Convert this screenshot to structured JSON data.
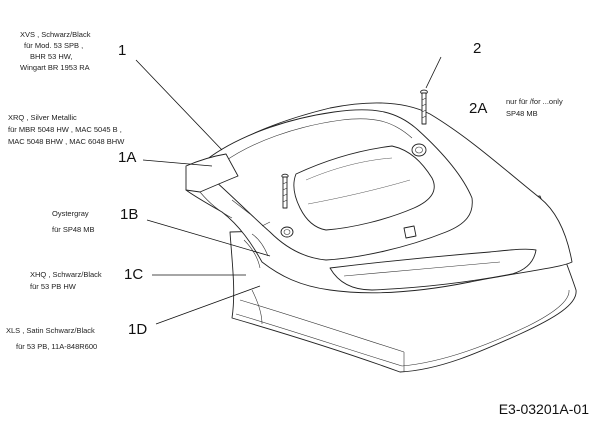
{
  "drawing_code": "E3-03201A-01",
  "callouts": [
    {
      "id": "1",
      "label": "1"
    },
    {
      "id": "1A",
      "label": "1A"
    },
    {
      "id": "1B",
      "label": "1B"
    },
    {
      "id": "1C",
      "label": "1C"
    },
    {
      "id": "1D",
      "label": "1D"
    },
    {
      "id": "2",
      "label": "2"
    },
    {
      "id": "2A",
      "label": "2A"
    }
  ],
  "notes": {
    "part_1": [
      "XVS , Schwarz/Black",
      "für  Mod. 53 SPB ,",
      "BHR 53 HW,",
      "Wingart BR 1953 RA"
    ],
    "part_1a": [
      "XRQ , Silver Metallic",
      "für  MBR 5048 HW ,  MAC 5045 B ,",
      "MAC 5048 BHW ,  MAC 6048 BHW"
    ],
    "part_1b": [
      "Oystergray",
      "für SP48 MB"
    ],
    "part_1c": [
      "XHQ , Schwarz/Black",
      "für 53 PB HW"
    ],
    "part_1d": [
      "XLS , Satin Schwarz/Black",
      "für 53 PB, 11A-848R600"
    ],
    "part_2a": [
      "nur für /for ...only",
      "SP48 MB"
    ]
  }
}
